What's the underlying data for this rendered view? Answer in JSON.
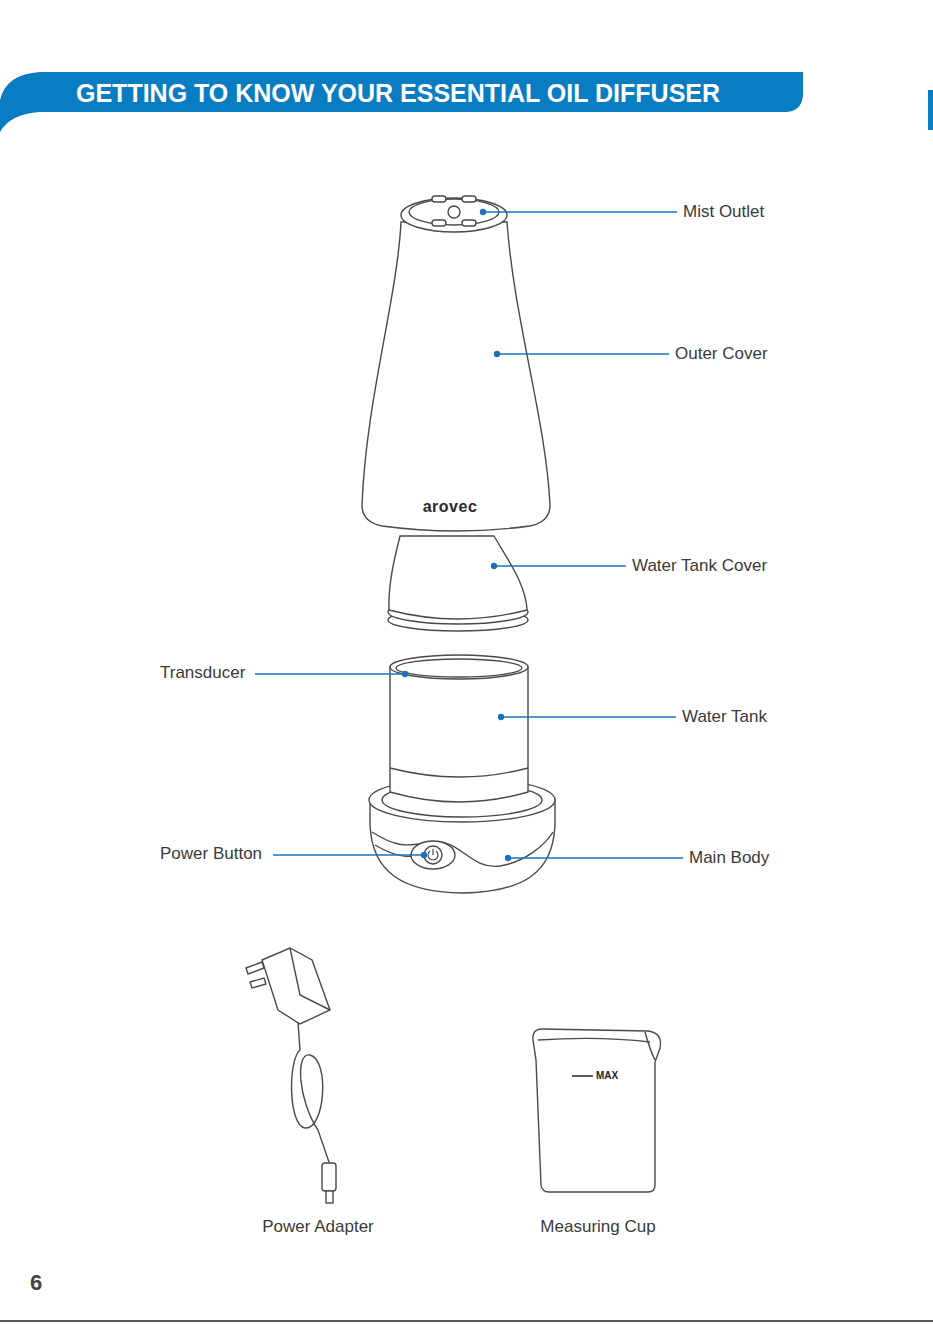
{
  "diagram": {
    "title": "GETTING TO KNOW YOUR ESSENTIAL OIL DIFFUSER",
    "labels": [
      "Mist Outlet",
      "Outer Cover",
      "Water Tank Cover",
      "Transducer",
      "Water Tank",
      "Power Button",
      "Main Body",
      "Power Adapter",
      "Measuring Cup",
      "arovec",
      "MAX",
      "6"
    ]
  }
}
